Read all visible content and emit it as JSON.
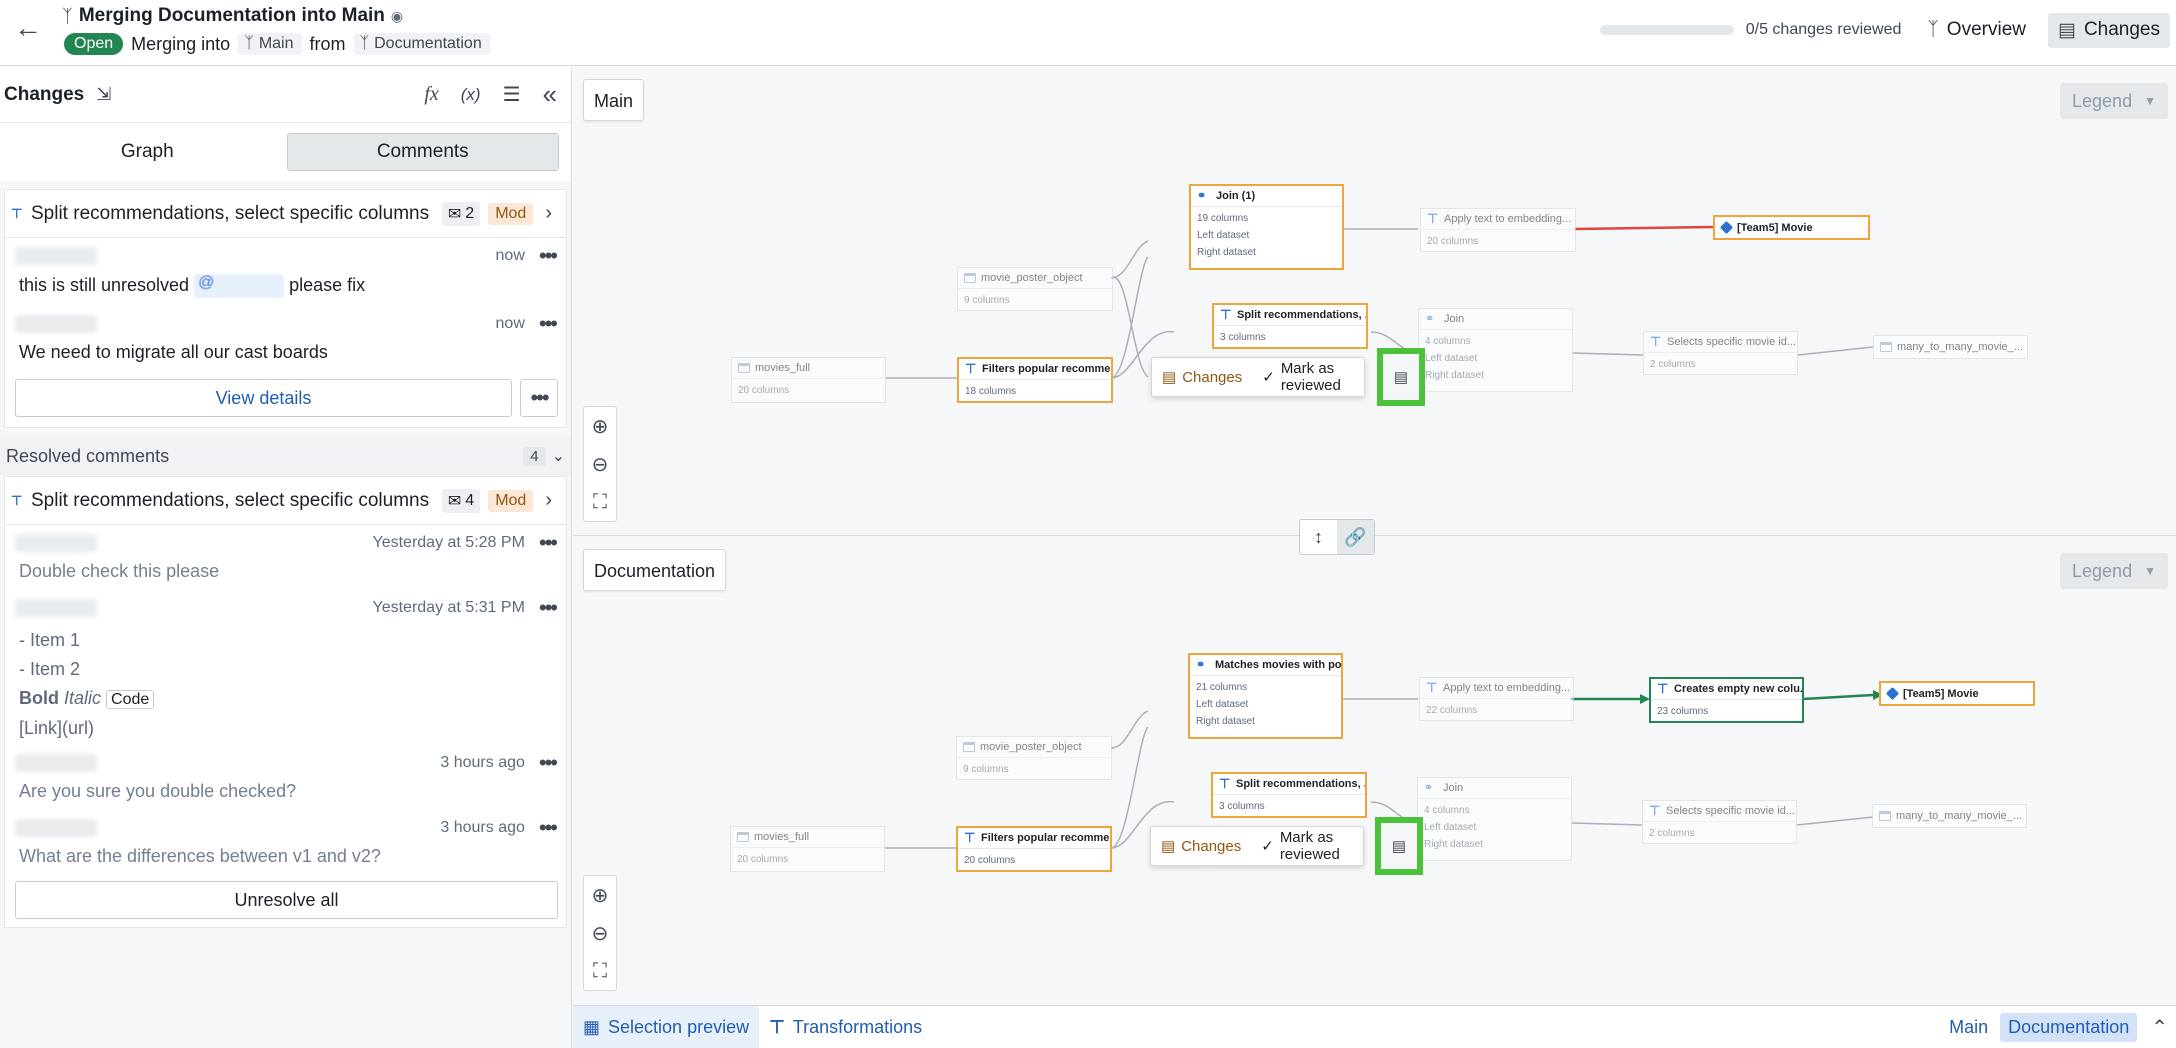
{
  "header": {
    "title": "Merging Documentation into Main",
    "status": "Open",
    "merging_into": "Merging into",
    "target_branch": "Main",
    "from": "from",
    "source_branch": "Documentation",
    "review_progress": "0/5 changes reviewed",
    "review_fraction": 0.0,
    "overview_tab": "Overview",
    "changes_tab": "Changes"
  },
  "left_panel": {
    "title": "Changes",
    "toolbar_fx": "fx",
    "toolbar_x": "(x)",
    "tabs": [
      "Graph",
      "Comments"
    ],
    "active_tab": "Comments",
    "open_thread": {
      "title": "Split recommendations, select specific columns",
      "comment_count": "2",
      "badge": "Mod",
      "comments": [
        {
          "time": "now",
          "text_before": "this is still unresolved",
          "mention": "@",
          "text_after": "please fix"
        },
        {
          "time": "now",
          "text": "We need to migrate all our cast boards"
        }
      ],
      "view_details": "View details"
    },
    "resolved": {
      "label": "Resolved comments",
      "count": "4"
    },
    "resolved_thread": {
      "title": "Split recommendations, select specific columns",
      "comment_count": "4",
      "badge": "Mod",
      "comments": [
        {
          "time": "Yesterday at 5:28 PM",
          "text": "Double check this please"
        },
        {
          "time": "Yesterday at 5:31 PM",
          "item1": "- Item 1",
          "item2": "- Item 2",
          "bold": "Bold",
          "italic": "Italic",
          "code": "Code",
          "link": "[Link](url)"
        },
        {
          "time": "3 hours ago",
          "text": "Are you sure you double checked?"
        },
        {
          "time": "3 hours ago",
          "text": "What are the differences between v1 and v2?"
        }
      ],
      "unresolve": "Unresolve all"
    }
  },
  "graph": {
    "legend": "Legend",
    "top": {
      "label": "Main",
      "nodes": {
        "join1": {
          "title": "Join (1)",
          "cols": "19 columns",
          "left": "Left dataset",
          "right": "Right dataset"
        },
        "apply_text": {
          "title": "Apply text to embedding...",
          "cols": "20 columns"
        },
        "movie": {
          "title": "[Team5] Movie"
        },
        "poster": {
          "title": "movie_poster_object",
          "cols": "9 columns"
        },
        "split": {
          "title": "Split recommendations, ...",
          "cols": "3 columns"
        },
        "join": {
          "title": "Join",
          "cols": "4 columns",
          "left": "Left dataset",
          "right": "Right dataset"
        },
        "selects": {
          "title": "Selects specific movie id...",
          "cols": "2 columns"
        },
        "many": {
          "title": "many_to_many_movie_..."
        },
        "movies_full": {
          "title": "movies_full",
          "cols": "20 columns"
        },
        "filters": {
          "title": "Filters popular recomme...",
          "cols": "18 columns"
        }
      },
      "popover": {
        "changes": "Changes",
        "mark_reviewed": "Mark as reviewed"
      }
    },
    "bottom": {
      "label": "Documentation",
      "nodes": {
        "matches": {
          "title": "Matches movies with pos...",
          "cols": "21 columns",
          "left": "Left dataset",
          "right": "Right dataset"
        },
        "apply_text": {
          "title": "Apply text to embedding...",
          "cols": "22 columns"
        },
        "creates": {
          "title": "Creates empty new colu...",
          "cols": "23 columns"
        },
        "movie": {
          "title": "[Team5] Movie"
        },
        "poster": {
          "title": "movie_poster_object",
          "cols": "9 columns"
        },
        "split": {
          "title": "Split recommendations, ...",
          "cols": "3 columns"
        },
        "join": {
          "title": "Join",
          "cols": "4 columns",
          "left": "Left dataset",
          "right": "Right dataset"
        },
        "selects": {
          "title": "Selects specific movie id...",
          "cols": "2 columns"
        },
        "many": {
          "title": "many_to_many_movie_..."
        },
        "movies_full": {
          "title": "movies_full",
          "cols": "20 columns"
        },
        "filters": {
          "title": "Filters popular recomme...",
          "cols": "20 columns"
        }
      },
      "popover": {
        "changes": "Changes",
        "mark_reviewed": "Mark as reviewed"
      }
    },
    "colors": {
      "removed_edge": "#e0443f",
      "added_edge": "#238551",
      "modified": "#f0a53c",
      "highlight": "#4cc13a"
    }
  },
  "bottom_bar": {
    "selection_preview": "Selection preview",
    "transformations": "Transformations",
    "branch_main": "Main",
    "branch_doc": "Documentation"
  }
}
